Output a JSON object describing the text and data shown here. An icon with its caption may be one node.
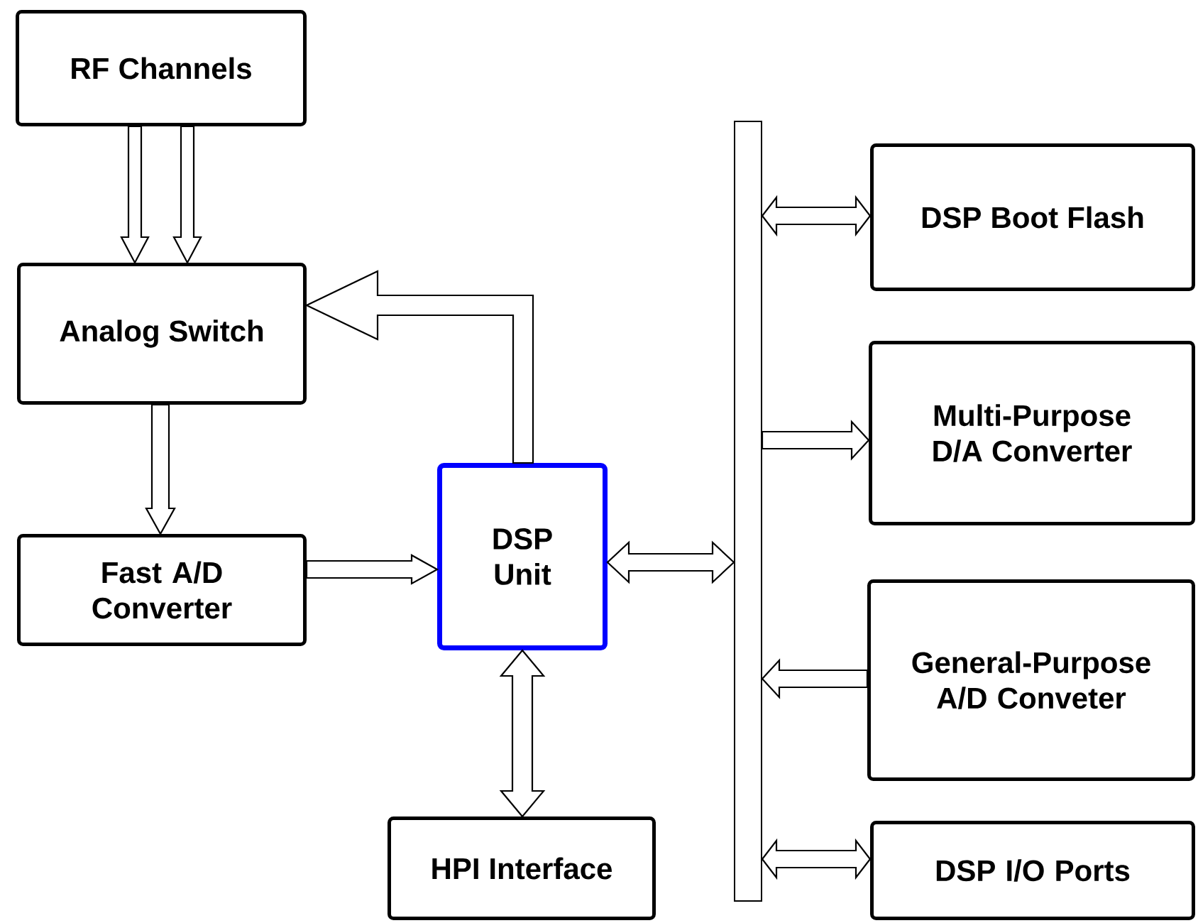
{
  "diagram": {
    "nodes": [
      {
        "text": [
          "RF Channels"
        ]
      },
      {
        "text": [
          "Analog Switch"
        ]
      },
      {
        "text": [
          "Fast A/D Converter"
        ]
      },
      {
        "text": [
          "DSP Unit"
        ]
      },
      {
        "text": [
          "HPI Interface"
        ]
      },
      {
        "text": [],
        "shape": "bar"
      },
      {
        "text": [
          "DSP Boot Flash"
        ]
      },
      {
        "text": [
          "Multi-Purpose D/A Converter"
        ]
      },
      {
        "text": [
          "General-Purpose A/D Conveter"
        ]
      },
      {
        "text": [
          "DSP I/O Ports"
        ]
      }
    ],
    "edges": [
      {
        "from": 0,
        "to": 1,
        "arrow": "to"
      },
      {
        "from": 0,
        "to": 1,
        "arrow": "to"
      },
      {
        "from": 1,
        "to": 2,
        "arrow": "to"
      },
      {
        "from": 2,
        "to": 3,
        "arrow": "to"
      },
      {
        "from": 3,
        "to": 1,
        "arrow": "to"
      },
      {
        "from": 3,
        "to": 4,
        "arrow": "both"
      },
      {
        "from": 3,
        "to": 5,
        "arrow": "both"
      },
      {
        "from": 5,
        "to": 6,
        "arrow": "both"
      },
      {
        "from": 5,
        "to": 7,
        "arrow": "to"
      },
      {
        "from": 8,
        "to": 5,
        "arrow": "to"
      },
      {
        "from": 5,
        "to": 9,
        "arrow": "both"
      }
    ]
  }
}
